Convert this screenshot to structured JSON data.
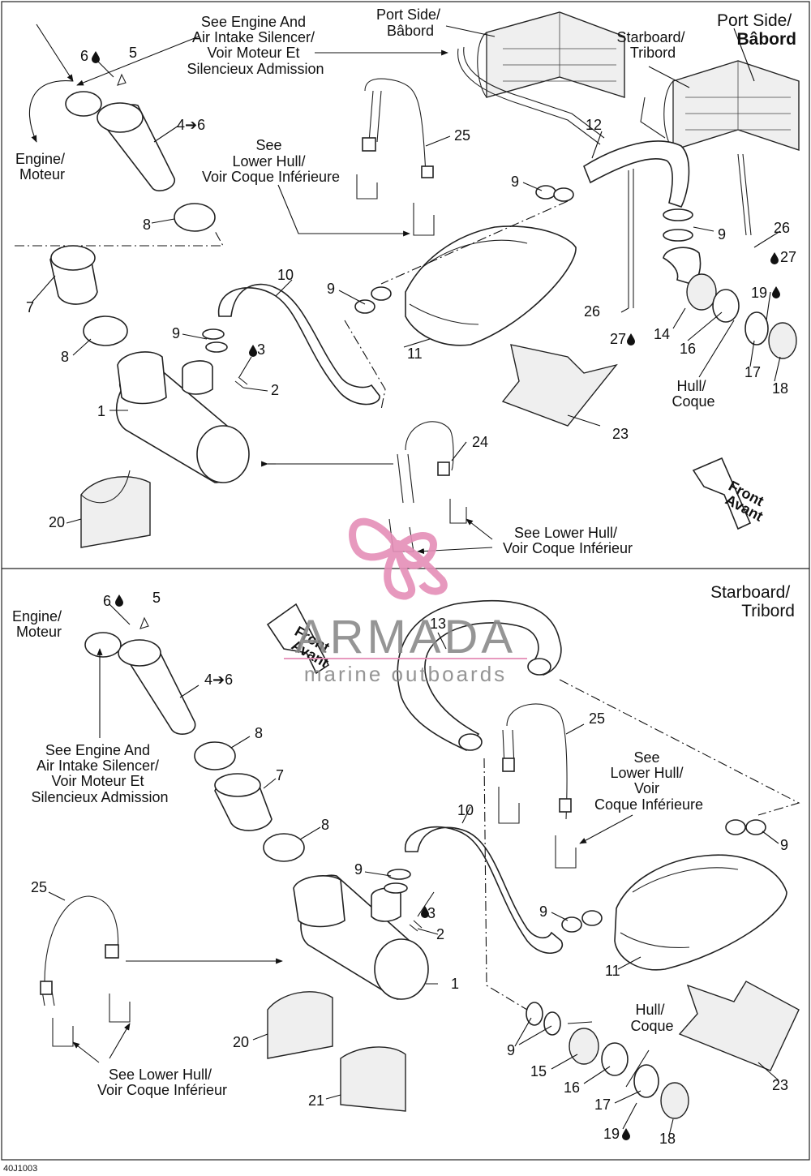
{
  "figure_id": "40J1003",
  "watermark": {
    "brand": "ARMADA",
    "tagline": "marine outboards",
    "colors": {
      "accent": "#e58fb8",
      "text": "#8a8a8a"
    }
  },
  "top_panel": {
    "labels": {
      "engine": [
        "Engine/",
        "Moteur"
      ],
      "see_engine": [
        "See Engine And",
        "Air Intake Silencer/",
        "Voir Moteur Et",
        "Silencieux Admission"
      ],
      "port_small": [
        "Port Side/",
        "Bâbord"
      ],
      "port_title": [
        "Port Side/",
        "Bâbord"
      ],
      "starboard_small": [
        "Starboard/",
        "Tribord"
      ],
      "see_lower_hull_a": [
        "See",
        "Lower Hull/",
        "Voir Coque Inférieure"
      ],
      "see_lower_hull_b": [
        "See Lower Hull/",
        "Voir Coque Inférieur"
      ],
      "hull": [
        "Hull/",
        "Coque"
      ],
      "front": [
        "Front",
        "Avant"
      ]
    },
    "callouts": {
      "n6": "6",
      "n5": "5",
      "n46": "4➔6",
      "n8a": "8",
      "n7": "7",
      "n8b": "8",
      "n10": "10",
      "n9a": "9",
      "n3": "3",
      "n2": "2",
      "n1": "1",
      "n20": "20",
      "n25": "25",
      "n12": "12",
      "n9b": "9",
      "n9c": "9",
      "n9d": "9",
      "n26a": "26",
      "n27a": "27",
      "n26b": "26",
      "n27b": "27",
      "n14": "14",
      "n16": "16",
      "n19": "19",
      "n17": "17",
      "n18": "18",
      "n11": "11",
      "n23": "23",
      "n24": "24"
    }
  },
  "bottom_panel": {
    "labels": {
      "starboard_title": [
        "Starboard/",
        "Tribord"
      ],
      "engine": [
        "Engine/",
        "Moteur"
      ],
      "see_engine": [
        "See Engine And",
        "Air Intake Silencer/",
        "Voir Moteur Et",
        "Silencieux Admission"
      ],
      "see_lower_hull_a": [
        "See",
        "Lower Hull/",
        "Voir",
        "Coque Inférieure"
      ],
      "see_lower_hull_b": [
        "See Lower Hull/",
        "Voir Coque Inférieur"
      ],
      "hull": [
        "Hull/",
        "Coque"
      ],
      "front": [
        "Front",
        "Avant"
      ]
    },
    "callouts": {
      "n6": "6",
      "n5": "5",
      "n46": "4➔6",
      "n8a": "8",
      "n7": "7",
      "n8b": "8",
      "n13": "13",
      "n25a": "25",
      "n10": "10",
      "n9a": "9",
      "n3": "3",
      "n2": "2",
      "n1": "1",
      "n25b": "25",
      "n20": "20",
      "n21": "21",
      "n9b": "9",
      "n9c": "9",
      "n11": "11",
      "n9d": "9",
      "n15": "15",
      "n16": "16",
      "n17": "17",
      "n19": "19",
      "n18": "18",
      "n23": "23"
    }
  }
}
